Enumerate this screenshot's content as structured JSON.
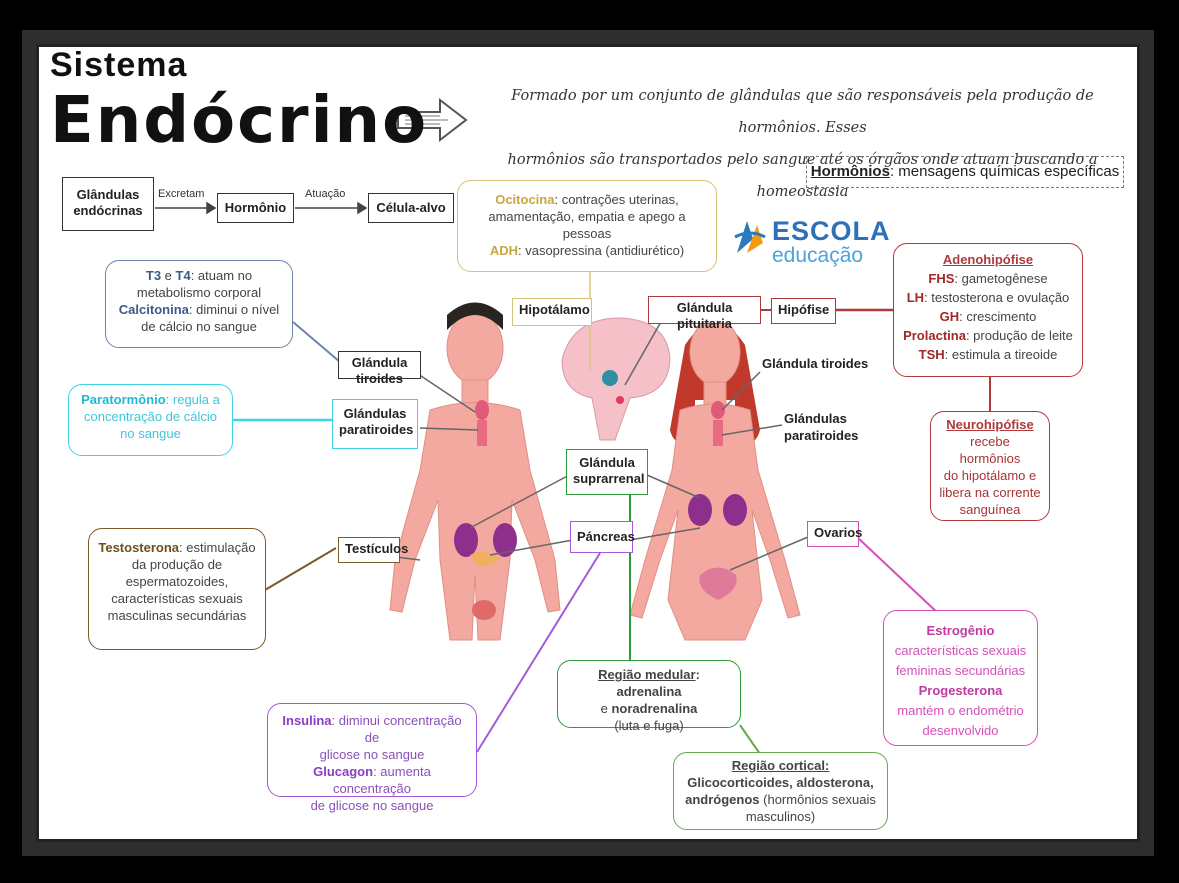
{
  "title": {
    "line1": "Sistema",
    "line2": "Endócrino"
  },
  "description": {
    "line1": "Formado por um conjunto de glândulas que são responsáveis pela produção de hormônios. Esses",
    "line2": "hormônios são transportados pelo sangue até os órgãos onde atuam buscando a homeostasia"
  },
  "hormones_def": {
    "term": "Hormônios",
    "text": ": mensagens químicas específicas"
  },
  "flow": {
    "box1_line1": "Glândulas",
    "box1_line2": "endócrinas",
    "arrow1": "Excretam",
    "box2": "Hormônio",
    "arrow2": "Atuação",
    "box3": "Célula-alvo"
  },
  "logo": {
    "line1": "ESCOLA",
    "line2": "educação"
  },
  "ocitocina": {
    "term1": "Ocitocina",
    "text1": ": contrações uterinas,",
    "text2": "amamentação, empatia e apego a pessoas",
    "term3": "ADH",
    "text3": ": vasopressina (antidiurético)"
  },
  "t3t4": {
    "t3": "T3",
    "e": " e ",
    "t4": "T4",
    "text1": ": atuam no",
    "text2": "metabolismo corporal",
    "term3": "Calcitonina",
    "text3": ": diminui o nível",
    "text4": "de cálcio no sangue"
  },
  "paratormonio": {
    "term": "Paratormônio",
    "text1": ": regula a",
    "text2": "concentração de cálcio",
    "text3": "no sangue"
  },
  "testosterona": {
    "term": "Testosterona",
    "text1": ": estimulação",
    "text2": "da produção de",
    "text3": "espermatozoides,",
    "text4": "características sexuais",
    "text5": "masculinas secundárias"
  },
  "insulina": {
    "term1": "Insulina",
    "text1": ": diminui concentração de",
    "text2": "glicose no sangue",
    "term3": "Glucagon",
    "text3": ": aumenta concentração",
    "text4": "de glicose no sangue"
  },
  "medular": {
    "term": "Região medular",
    "text1": ": adrenalina",
    "e": "e ",
    "term2": "noradrenalina",
    "text3": "(luta e fuga)"
  },
  "cortical": {
    "term": "Região cortical:",
    "term2": "Glicocorticoides, aldosterona,",
    "term3": "andrógenos",
    "text3": " (hormônios sexuais",
    "text4": "masculinos)"
  },
  "adeno": {
    "title": "Adenohipófise",
    "items": [
      {
        "term": "FHS",
        "text": ": gametogênese"
      },
      {
        "term": "LH",
        "text": ": testosterona e ovulação"
      },
      {
        "term": "GH",
        "text": ": crescimento"
      },
      {
        "term": "Prolactina",
        "text": ": produção de leite"
      },
      {
        "term": "TSH",
        "text": ": estimula a tireoide"
      }
    ]
  },
  "neuro": {
    "title": "Neurohipófise",
    "text1": "recebe hormônios",
    "text2": "do hipotálamo e",
    "text3": "libera na corrente",
    "text4": "sanguínea"
  },
  "estrogenio": {
    "term1": "Estrogênio",
    "text1": "características sexuais",
    "text2": "femininas secundárias",
    "term3": "Progesterona",
    "text3": "mantém o endométrio",
    "text4": "desenvolvido"
  },
  "labels": {
    "hipotalamo": "Hipotálamo",
    "pituitaria": "Glándula pituitaria",
    "hipofise": "Hipófise",
    "tiroides_m": "Glándula tiroides",
    "paratiroides_m1": "Glándulas",
    "paratiroides_m2": "paratiroides",
    "suprarrenal1": "Glándula",
    "suprarrenal2": "suprarrenal",
    "pancreas": "Páncreas",
    "testiculos": "Testículos",
    "ovarios": "Ovarios",
    "tiroides_f": "Glándula tiroides",
    "paratiroides_f1": "Glándulas",
    "paratiroides_f2": "paratiroides"
  },
  "colors": {
    "ocitocina": "#d9c27a",
    "t3": "#6d84a8",
    "parat": "#3fd4e8",
    "testo": "#7a5a2a",
    "insulina": "#a45ad8",
    "medular": "#2e9a3a",
    "cortical": "#6aa84f",
    "adeno": "#b03a3a",
    "estro": "#d64fb8",
    "hyp_line": "#cc3333",
    "skin": "#f3a9a0"
  }
}
